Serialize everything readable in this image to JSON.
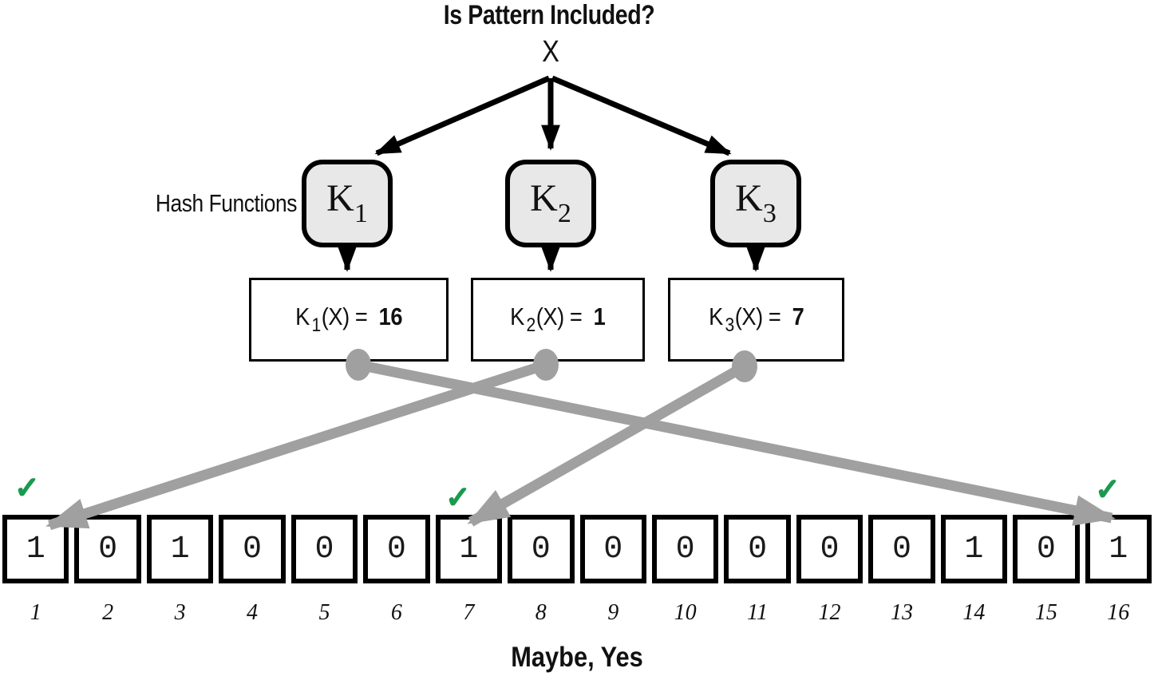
{
  "title": "Is Pattern Included?",
  "query": {
    "label": "X"
  },
  "hash_functions_label": "Hash Functions",
  "hash_functions": [
    {
      "label": "K",
      "subscript": "1"
    },
    {
      "label": "K",
      "subscript": "2"
    },
    {
      "label": "K",
      "subscript": "3"
    }
  ],
  "results": [
    {
      "prefix": "K",
      "subscript": "1",
      "arg": "(X) = ",
      "value": "16"
    },
    {
      "prefix": "K",
      "subscript": "2",
      "arg": "(X) = ",
      "value": "1"
    },
    {
      "prefix": "K",
      "subscript": "3",
      "arg": "(X) = ",
      "value": "7"
    }
  ],
  "bit_array": {
    "cells": [
      {
        "value": "1",
        "index": "1"
      },
      {
        "value": "0",
        "index": "2"
      },
      {
        "value": "1",
        "index": "3"
      },
      {
        "value": "0",
        "index": "4"
      },
      {
        "value": "0",
        "index": "5"
      },
      {
        "value": "0",
        "index": "6"
      },
      {
        "value": "1",
        "index": "7"
      },
      {
        "value": "0",
        "index": "8"
      },
      {
        "value": "0",
        "index": "9"
      },
      {
        "value": "0",
        "index": "10"
      },
      {
        "value": "0",
        "index": "11"
      },
      {
        "value": "0",
        "index": "12"
      },
      {
        "value": "0",
        "index": "13"
      },
      {
        "value": "1",
        "index": "14"
      },
      {
        "value": "0",
        "index": "15"
      },
      {
        "value": "1",
        "index": "16"
      }
    ],
    "checked_indexes": [
      1,
      7,
      16
    ]
  },
  "arrows": {
    "mapping": [
      {
        "from": "K1",
        "to_cell": 16
      },
      {
        "from": "K2",
        "to_cell": 1
      },
      {
        "from": "K3",
        "to_cell": 7
      }
    ]
  },
  "conclusion": "Maybe, Yes",
  "icons": {
    "check": "✓"
  },
  "colors": {
    "box_fill": "#e8e8e8",
    "line_black": "#000000",
    "arrow_gray": "#a0a0a0",
    "check_green": "#1a9a4f"
  }
}
